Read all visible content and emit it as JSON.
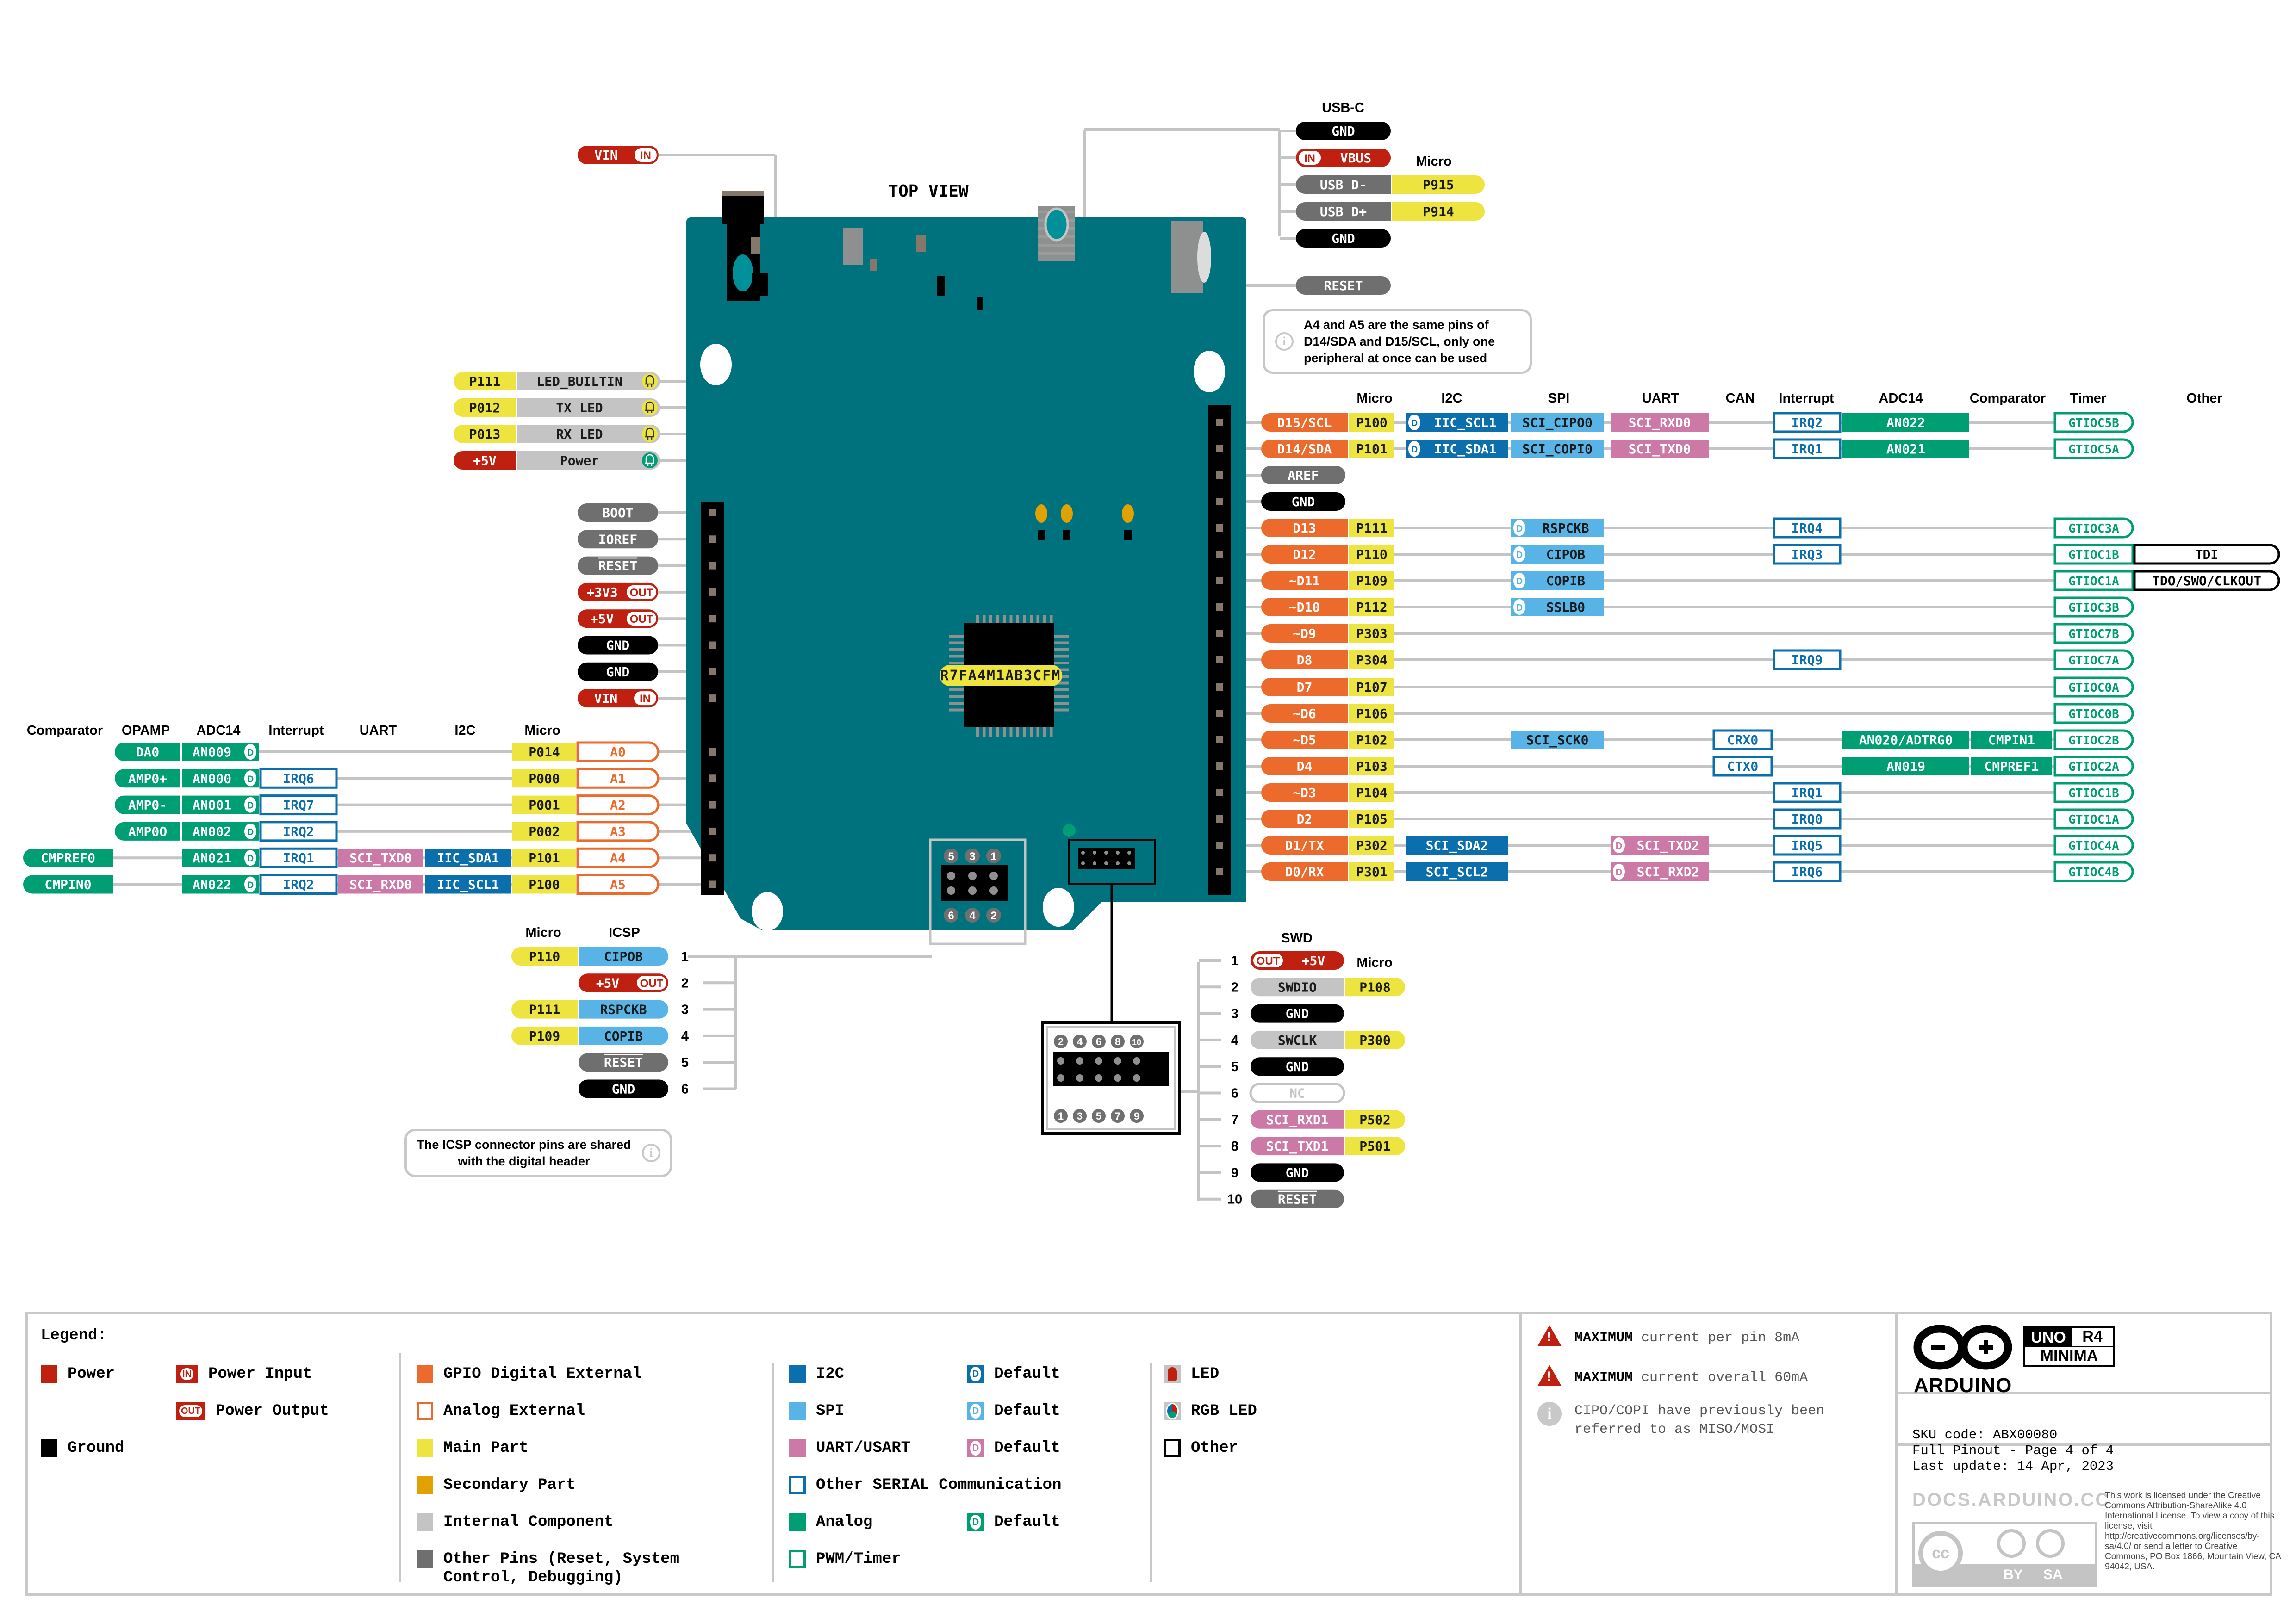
{
  "title": "TOP VIEW",
  "colors": {
    "power": "#bf2010",
    "ground": "#000000",
    "gpio": "#ec6a2c",
    "main_part": "#ede43f",
    "secondary_part": "#e1a100",
    "internal": "#c4c4c4",
    "other_pins": "#6f6f6f",
    "i2c": "#0b6ead",
    "spi": "#58b4e6",
    "uart": "#cc79a7",
    "analog": "#009e73",
    "board": "#00727d",
    "line": "#c4c4c4"
  },
  "mcu_label": "R7FA4M1AB3CFM",
  "usb_c": {
    "header": "USB-C",
    "micro_header": "Micro",
    "pins": [
      {
        "label": "GND",
        "type": "ground"
      },
      {
        "label": "VBUS",
        "type": "power",
        "badge": "IN",
        "badge_side": "left"
      },
      {
        "label": "USB D-",
        "type": "other",
        "micro": "P915"
      },
      {
        "label": "USB D+",
        "type": "other",
        "micro": "P914"
      },
      {
        "label": "GND",
        "type": "ground"
      }
    ]
  },
  "reset_button": {
    "label": "RESET"
  },
  "vin_jack": {
    "label": "VIN",
    "badge": "IN"
  },
  "callouts": {
    "a4a5": "A4 and A5 are the same pins of D14/SDA and D15/SCL, only one peripheral at once can be used",
    "icsp": "The ICSP connector pins are shared with the digital header"
  },
  "leds": [
    {
      "micro": "P111",
      "label": "LED_BUILTIN",
      "led_color": "#ede43f",
      "micro_type": "main"
    },
    {
      "micro": "P012",
      "label": "TX LED",
      "led_color": "#ede43f",
      "micro_type": "main"
    },
    {
      "micro": "P013",
      "label": "RX LED",
      "led_color": "#ede43f",
      "micro_type": "main"
    },
    {
      "micro": "+5V",
      "label": "Power",
      "led_color": "#009e73",
      "micro_type": "power"
    }
  ],
  "power_header": [
    {
      "label": "BOOT",
      "type": "other"
    },
    {
      "label": "IOREF",
      "type": "other"
    },
    {
      "label": "RESET",
      "type": "other",
      "overline": true
    },
    {
      "label": "+3V3",
      "type": "power",
      "badge": "OUT"
    },
    {
      "label": "+5V",
      "type": "power",
      "badge": "OUT"
    },
    {
      "label": "GND",
      "type": "ground"
    },
    {
      "label": "GND",
      "type": "ground"
    },
    {
      "label": "VIN",
      "type": "power",
      "badge": "IN"
    }
  ],
  "analog_header": {
    "column_headers": [
      "Comparator",
      "OPAMP",
      "ADC14",
      "Interrupt",
      "UART",
      "I2C",
      "Micro"
    ],
    "rows": [
      {
        "pin": "A0",
        "micro": "P014",
        "i2c": "",
        "uart": "",
        "interrupt": "",
        "adc": "AN009",
        "opamp": "DA0",
        "comparator": ""
      },
      {
        "pin": "A1",
        "micro": "P000",
        "i2c": "",
        "uart": "",
        "interrupt": "IRQ6",
        "adc": "AN000",
        "opamp": "AMP0+",
        "comparator": ""
      },
      {
        "pin": "A2",
        "micro": "P001",
        "i2c": "",
        "uart": "",
        "interrupt": "IRQ7",
        "adc": "AN001",
        "opamp": "AMP0-",
        "comparator": ""
      },
      {
        "pin": "A3",
        "micro": "P002",
        "i2c": "",
        "uart": "",
        "interrupt": "IRQ2",
        "adc": "AN002",
        "opamp": "AMP0O",
        "comparator": ""
      },
      {
        "pin": "A4",
        "micro": "P101",
        "i2c": "IIC_SDA1",
        "uart": "SCI_TXD0",
        "interrupt": "IRQ1",
        "adc": "AN021",
        "opamp": "",
        "comparator": "CMPREF0"
      },
      {
        "pin": "A5",
        "micro": "P100",
        "i2c": "IIC_SCL1",
        "uart": "SCI_RXD0",
        "interrupt": "IRQ2",
        "adc": "AN022",
        "opamp": "",
        "comparator": "CMPIN0"
      }
    ]
  },
  "digital_header": {
    "column_headers": [
      "Micro",
      "I2C",
      "SPI",
      "UART",
      "CAN",
      "Interrupt",
      "ADC14",
      "Comparator",
      "Timer",
      "Other"
    ],
    "rows": [
      {
        "pin": "D15/SCL",
        "type": "gpio",
        "micro": "P100",
        "i2c": "IIC_SCL1",
        "i2c_default": true,
        "spi": "SCI_CIPO0",
        "uart": "SCI_RXD0",
        "can": "",
        "interrupt": "IRQ2",
        "adc": "AN022",
        "comparator": "",
        "timer": "GTIOC5B",
        "other": ""
      },
      {
        "pin": "D14/SDA",
        "type": "gpio",
        "micro": "P101",
        "i2c": "IIC_SDA1",
        "i2c_default": true,
        "spi": "SCI_COPI0",
        "uart": "SCI_TXD0",
        "can": "",
        "interrupt": "IRQ1",
        "adc": "AN021",
        "comparator": "",
        "timer": "GTIOC5A",
        "other": ""
      },
      {
        "pin": "AREF",
        "type": "other"
      },
      {
        "pin": "GND",
        "type": "ground"
      },
      {
        "pin": "D13",
        "type": "gpio",
        "micro": "P111",
        "i2c": "",
        "spi": "RSPCKB",
        "spi_default": true,
        "uart": "",
        "can": "",
        "interrupt": "IRQ4",
        "adc": "",
        "comparator": "",
        "timer": "GTIOC3A",
        "other": ""
      },
      {
        "pin": "D12",
        "type": "gpio",
        "micro": "P110",
        "i2c": "",
        "spi": "CIPOB",
        "spi_default": true,
        "uart": "",
        "can": "",
        "interrupt": "IRQ3",
        "adc": "",
        "comparator": "",
        "timer": "GTIOC1B",
        "other": "TDI"
      },
      {
        "pin": "~D11",
        "type": "gpio",
        "micro": "P109",
        "i2c": "",
        "spi": "COPIB",
        "spi_default": true,
        "uart": "",
        "can": "",
        "interrupt": "",
        "adc": "",
        "comparator": "",
        "timer": "GTIOC1A",
        "other": "TDO/SWO/CLKOUT"
      },
      {
        "pin": "~D10",
        "type": "gpio",
        "micro": "P112",
        "i2c": "",
        "spi": "SSLB0",
        "spi_default": true,
        "uart": "",
        "can": "",
        "interrupt": "",
        "adc": "",
        "comparator": "",
        "timer": "GTIOC3B",
        "other": ""
      },
      {
        "pin": "~D9",
        "type": "gpio",
        "micro": "P303",
        "i2c": "",
        "spi": "",
        "uart": "",
        "can": "",
        "interrupt": "",
        "adc": "",
        "comparator": "",
        "timer": "GTIOC7B",
        "other": ""
      },
      {
        "pin": "D8",
        "type": "gpio",
        "micro": "P304",
        "i2c": "",
        "spi": "",
        "uart": "",
        "can": "",
        "interrupt": "IRQ9",
        "adc": "",
        "comparator": "",
        "timer": "GTIOC7A",
        "other": ""
      },
      {
        "pin": "D7",
        "type": "gpio",
        "micro": "P107",
        "i2c": "",
        "spi": "",
        "uart": "",
        "can": "",
        "interrupt": "",
        "adc": "",
        "comparator": "",
        "timer": "GTIOC0A",
        "other": ""
      },
      {
        "pin": "~D6",
        "type": "gpio",
        "micro": "P106",
        "i2c": "",
        "spi": "",
        "uart": "",
        "can": "",
        "interrupt": "",
        "adc": "",
        "comparator": "",
        "timer": "GTIOC0B",
        "other": ""
      },
      {
        "pin": "~D5",
        "type": "gpio",
        "micro": "P102",
        "i2c": "",
        "spi": "SCI_SCK0",
        "uart": "",
        "can": "CRX0",
        "interrupt": "",
        "adc": "AN020/ADTRG0",
        "comparator": "CMPIN1",
        "timer": "GTIOC2B",
        "other": ""
      },
      {
        "pin": "D4",
        "type": "gpio",
        "micro": "P103",
        "i2c": "",
        "spi": "",
        "uart": "",
        "can": "CTX0",
        "interrupt": "",
        "adc": "AN019",
        "comparator": "CMPREF1",
        "timer": "GTIOC2A",
        "other": ""
      },
      {
        "pin": "~D3",
        "type": "gpio",
        "micro": "P104",
        "i2c": "",
        "spi": "",
        "uart": "",
        "can": "",
        "interrupt": "IRQ1",
        "adc": "",
        "comparator": "",
        "timer": "GTIOC1B",
        "other": ""
      },
      {
        "pin": "D2",
        "type": "gpio",
        "micro": "P105",
        "i2c": "",
        "spi": "",
        "uart": "",
        "can": "",
        "interrupt": "IRQ0",
        "adc": "",
        "comparator": "",
        "timer": "GTIOC1A",
        "other": ""
      },
      {
        "pin": "D1/TX",
        "type": "gpio",
        "micro": "P302",
        "i2c": "SCI_SDA2",
        "spi": "",
        "uart": "SCI_TXD2",
        "uart_default": true,
        "can": "",
        "interrupt": "IRQ5",
        "adc": "",
        "comparator": "",
        "timer": "GTIOC4A",
        "other": ""
      },
      {
        "pin": "D0/RX",
        "type": "gpio",
        "micro": "P301",
        "i2c": "SCI_SCL2",
        "spi": "",
        "uart": "SCI_RXD2",
        "uart_default": true,
        "can": "",
        "interrupt": "IRQ6",
        "adc": "",
        "comparator": "",
        "timer": "GTIOC4B",
        "other": ""
      }
    ]
  },
  "icsp": {
    "micro_header": "Micro",
    "header": "ICSP",
    "top_numbers": [
      "5",
      "3",
      "1"
    ],
    "bottom_numbers": [
      "6",
      "4",
      "2"
    ],
    "pins": [
      {
        "num": "1",
        "label": "CIPOB",
        "type": "spi",
        "micro": "P110"
      },
      {
        "num": "2",
        "label": "+5V",
        "type": "power",
        "badge": "OUT"
      },
      {
        "num": "3",
        "label": "RSPCKB",
        "type": "spi",
        "micro": "P111"
      },
      {
        "num": "4",
        "label": "COPIB",
        "type": "spi",
        "micro": "P109"
      },
      {
        "num": "5",
        "label": "RESET",
        "type": "other",
        "overline": true
      },
      {
        "num": "6",
        "label": "GND",
        "type": "ground"
      }
    ]
  },
  "swd": {
    "header": "SWD",
    "micro_header": "Micro",
    "top_numbers": [
      "2",
      "4",
      "6",
      "8",
      "10"
    ],
    "bottom_numbers": [
      "1",
      "3",
      "5",
      "7",
      "9"
    ],
    "pins": [
      {
        "num": "1",
        "label": "+5V",
        "type": "power",
        "badge": "OUT"
      },
      {
        "num": "2",
        "label": "SWDIO",
        "type": "internal",
        "micro": "P108"
      },
      {
        "num": "3",
        "label": "GND",
        "type": "ground"
      },
      {
        "num": "4",
        "label": "SWCLK",
        "type": "internal",
        "micro": "P300"
      },
      {
        "num": "5",
        "label": "GND",
        "type": "ground"
      },
      {
        "num": "6",
        "label": "NC",
        "type": "nc"
      },
      {
        "num": "7",
        "label": "SCI_RXD1",
        "type": "uart",
        "micro": "P502"
      },
      {
        "num": "8",
        "label": "SCI_TXD1",
        "type": "uart",
        "micro": "P501"
      },
      {
        "num": "9",
        "label": "GND",
        "type": "ground"
      },
      {
        "num": "10",
        "label": "RESET",
        "type": "other",
        "overline": true
      }
    ]
  },
  "legend": {
    "title": "Legend:",
    "col1": [
      {
        "label": "Power",
        "icon": "power-swatch"
      },
      {
        "label": "Ground",
        "icon": "ground-swatch"
      }
    ],
    "col1b": [
      {
        "label": "Power Input",
        "badge": "IN"
      },
      {
        "label": "Power Output",
        "badge": "OUT"
      }
    ],
    "col2": [
      {
        "label": "GPIO Digital External"
      },
      {
        "label": "Analog External"
      },
      {
        "label": "Main Part"
      },
      {
        "label": "Secondary Part"
      },
      {
        "label": "Internal Component"
      },
      {
        "label": "Other Pins (Reset, System Control, Debugging)"
      }
    ],
    "col3": [
      {
        "label": "I2C",
        "default": "Default"
      },
      {
        "label": "SPI",
        "default": "Default"
      },
      {
        "label": "UART/USART",
        "default": "Default"
      },
      {
        "label": "Other SERIAL Communication"
      },
      {
        "label": "Analog",
        "default": "Default"
      },
      {
        "label": "PWM/Timer"
      }
    ],
    "col4": [
      {
        "label": "LED"
      },
      {
        "label": "RGB LED"
      },
      {
        "label": "Other"
      }
    ]
  },
  "notes": [
    {
      "bold": "MAXIMUM",
      "text": " current per pin 8mA",
      "icon": "warning"
    },
    {
      "bold": "MAXIMUM",
      "text": " current overall 60mA",
      "icon": "warning"
    },
    {
      "bold": "",
      "text": "CIPO/COPI have previously been referred to as MISO/MOSI",
      "icon": "info"
    }
  ],
  "brand": {
    "name": "ARDUINO",
    "board_a": "UNO",
    "board_b": "R4",
    "board_c": "MINIMA",
    "sku": "SKU code: ABX00080",
    "page": "Full Pinout - Page 4 of 4",
    "updated": "Last update: 14 Apr, 2023",
    "docs": "DOCS.ARDUINO.CC",
    "license": "This work is licensed under the Creative Commons Attribution-ShareAlike 4.0 International License. To view a copy of this license, visit http://creativecommons.org/licenses/by-sa/4.0/ or send a letter to Creative Commons, PO Box 1866, Mountain View, CA 94042, USA.",
    "cc_by": "BY",
    "cc_sa": "SA"
  }
}
